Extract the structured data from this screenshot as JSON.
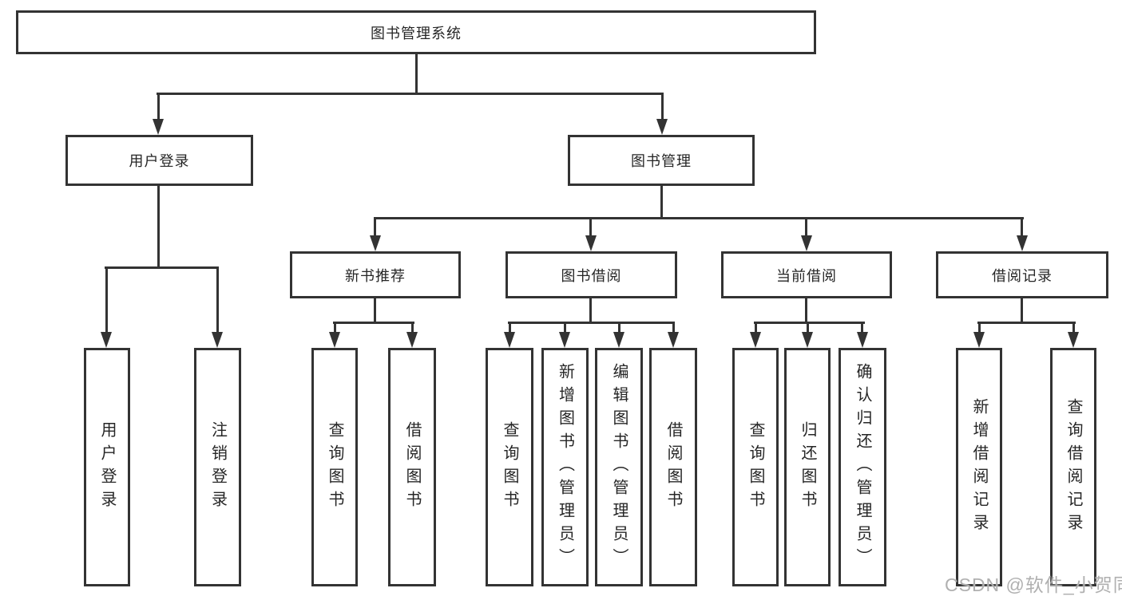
{
  "diagram": {
    "title": "图书管理系统",
    "nodes": {
      "root": {
        "label": "图书管理系统"
      },
      "user_login": {
        "label": "用户登录"
      },
      "book_mgmt": {
        "label": "图书管理"
      },
      "new_book_rec": {
        "label": "新书推荐"
      },
      "book_borrow": {
        "label": "图书借阅"
      },
      "current_borrow": {
        "label": "当前借阅"
      },
      "borrow_records": {
        "label": "借阅记录"
      },
      "leaf_user_login": {
        "label": "用户登录"
      },
      "leaf_logout": {
        "label": "注销登录"
      },
      "leaf_query_book_newrec": {
        "label": "查询图书"
      },
      "leaf_borrow_book_newrec": {
        "label": "借阅图书"
      },
      "leaf_query_book_borrow": {
        "label": "查询图书"
      },
      "leaf_add_book_admin": {
        "label": "新增图书（管理员）"
      },
      "leaf_edit_book_admin": {
        "label": "编辑图书（管理员）"
      },
      "leaf_borrow_book_borrow": {
        "label": "借阅图书"
      },
      "leaf_query_book_current": {
        "label": "查询图书"
      },
      "leaf_return_book": {
        "label": "归还图书"
      },
      "leaf_confirm_return_admin": {
        "label": "确认归还（管理员）"
      },
      "leaf_add_borrow_record": {
        "label": "新增借阅记录"
      },
      "leaf_query_borrow_record": {
        "label": "查询借阅记录"
      }
    },
    "edges": [
      {
        "from": "root",
        "to": "user_login"
      },
      {
        "from": "root",
        "to": "book_mgmt"
      },
      {
        "from": "user_login",
        "to": "leaf_user_login"
      },
      {
        "from": "user_login",
        "to": "leaf_logout"
      },
      {
        "from": "book_mgmt",
        "to": "new_book_rec"
      },
      {
        "from": "book_mgmt",
        "to": "book_borrow"
      },
      {
        "from": "book_mgmt",
        "to": "current_borrow"
      },
      {
        "from": "book_mgmt",
        "to": "borrow_records"
      },
      {
        "from": "new_book_rec",
        "to": "leaf_query_book_newrec"
      },
      {
        "from": "new_book_rec",
        "to": "leaf_borrow_book_newrec"
      },
      {
        "from": "book_borrow",
        "to": "leaf_query_book_borrow"
      },
      {
        "from": "book_borrow",
        "to": "leaf_add_book_admin"
      },
      {
        "from": "book_borrow",
        "to": "leaf_edit_book_admin"
      },
      {
        "from": "book_borrow",
        "to": "leaf_borrow_book_borrow"
      },
      {
        "from": "current_borrow",
        "to": "leaf_query_book_current"
      },
      {
        "from": "current_borrow",
        "to": "leaf_return_book"
      },
      {
        "from": "current_borrow",
        "to": "leaf_confirm_return_admin"
      },
      {
        "from": "borrow_records",
        "to": "leaf_add_borrow_record"
      },
      {
        "from": "borrow_records",
        "to": "leaf_query_borrow_record"
      }
    ],
    "colors": {
      "line": "#333333",
      "text": "#262626",
      "background": "#ffffff",
      "watermark": "#b0b0b0"
    }
  },
  "watermark": {
    "text": "CSDN @软件_小贺同学"
  }
}
